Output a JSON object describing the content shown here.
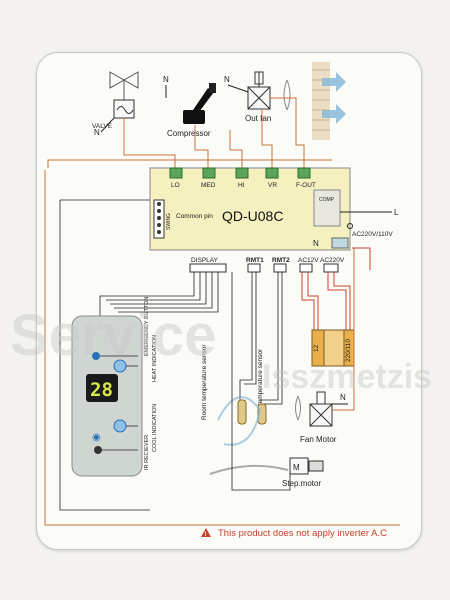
{
  "components": {
    "valve": "VALVE",
    "valve_n": "N",
    "compressor": "Compressor",
    "compressor_n": "N",
    "outfan": "Out fan",
    "outfan_n": "N"
  },
  "board": {
    "model": "QD-U08C",
    "terminals_top": [
      "LO",
      "MED",
      "HI",
      "VR",
      "F-OUT"
    ],
    "common_pin": "Common pin",
    "swing": "SWING",
    "comp": "COMP",
    "l_label": "L",
    "n_label": "N",
    "power": "AC220V/110V",
    "display": "DISPLAY",
    "rmt1": "RMT1",
    "rmt2": "RMT2",
    "ac12v": "AC12V",
    "ac220v": "AC220V"
  },
  "transformer": {
    "primary": "12",
    "secondary": "220/110"
  },
  "panel": {
    "digits": "28",
    "labels": [
      "EMERGENCY BUTTON",
      "HEAT INDICATION",
      "COOL INDICATION",
      "IR RECIEVER"
    ]
  },
  "sensors": {
    "room": "Room temperature sensor",
    "pipe": "Pipe temperature sensor"
  },
  "fanmotor": {
    "label": "Fan Motor",
    "n": "N"
  },
  "stepmotor": {
    "m": "M",
    "label": "Step.motor"
  },
  "watermark": {
    "line1": "Service",
    "line2": "Isszmetzis"
  },
  "footer": {
    "warning_icon": "warning-triangle-icon",
    "text": "This product does not apply inverter A.C"
  },
  "colors": {
    "wire": "#c8723a",
    "wire_dark": "#222222",
    "board": "#f5f0c0",
    "warning": "#c8402a",
    "terminal_label": "#c8402a",
    "rmt_label": "#2c9b3e"
  }
}
